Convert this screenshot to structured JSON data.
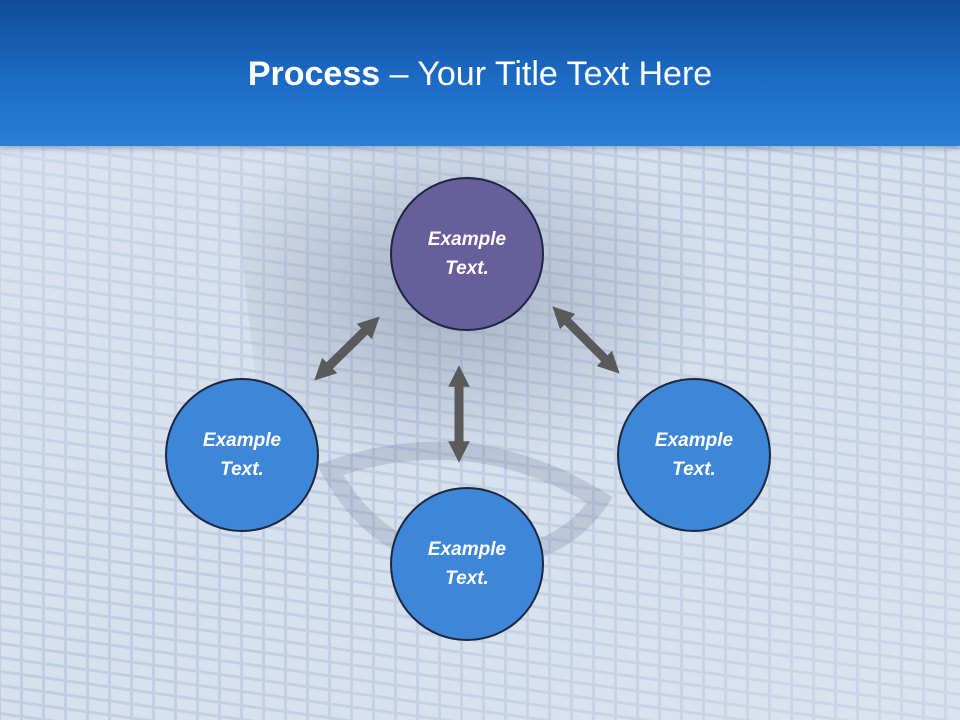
{
  "slide": {
    "title_bold": "Process",
    "title_rest": " – Your Title Text Here"
  },
  "colors": {
    "header_start": "#0f4d97",
    "header_end": "#2a7fd8",
    "center_node": "#675f9b",
    "outer_node": "#3e86d8",
    "node_border": "#1c2740",
    "arrow": "#5a5a5a"
  },
  "nodes": [
    {
      "id": "top",
      "label": "Example\nText.",
      "color": "center_node"
    },
    {
      "id": "left",
      "label": "Example\nText.",
      "color": "outer_node"
    },
    {
      "id": "bottom",
      "label": "Example\nText.",
      "color": "outer_node"
    },
    {
      "id": "right",
      "label": "Example\nText.",
      "color": "outer_node"
    }
  ],
  "icons": {
    "arrows": "double-headed-arrow-icon"
  }
}
